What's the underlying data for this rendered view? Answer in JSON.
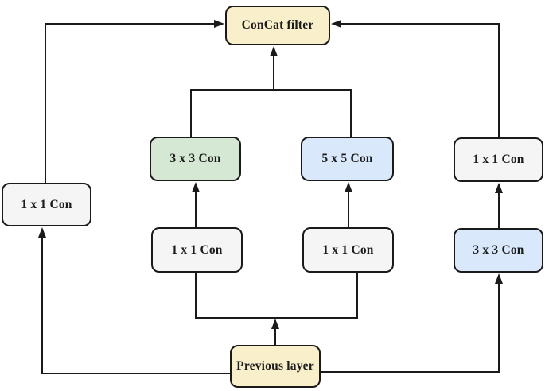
{
  "diagram": {
    "type": "flowchart",
    "description": "Inception-style convolution block diagram",
    "colors": {
      "background": "#ffffff",
      "node_border": "#1a1a1a",
      "connector": "#1a1a1a",
      "text": "#1c1c1c",
      "yellow_fill": "#f9efcb",
      "green_fill": "#d5e8d4",
      "blue_fill": "#dae8fc",
      "gray_fill": "#f5f5f5"
    },
    "nodes": [
      {
        "id": "concat_filter",
        "label": "ConCat filter",
        "fill": "#f9efcb"
      },
      {
        "id": "conv3x3_branch",
        "label": "3 x 3 Con",
        "fill": "#d5e8d4"
      },
      {
        "id": "conv5x5_branch",
        "label": "5 x 5 Con",
        "fill": "#dae8fc"
      },
      {
        "id": "conv1x1_right",
        "label": "1 x 1 Con",
        "fill": "#f5f5f5"
      },
      {
        "id": "conv1x1_left",
        "label": "1 x 1 Con",
        "fill": "#f5f5f5"
      },
      {
        "id": "conv1x1_mid_left",
        "label": "1 x 1 Con",
        "fill": "#f5f5f5"
      },
      {
        "id": "conv1x1_mid_right",
        "label": "1 x 1 Con",
        "fill": "#f5f5f5"
      },
      {
        "id": "conv3x3_right",
        "label": "3 x 3 Con",
        "fill": "#dae8fc"
      },
      {
        "id": "previous_layer",
        "label": "Previous layer",
        "fill": "#f9efcb"
      }
    ],
    "edges": [
      {
        "from": "previous_layer",
        "to": "conv1x1_left"
      },
      {
        "from": "previous_layer",
        "to": "conv1x1_mid_left"
      },
      {
        "from": "previous_layer",
        "to": "conv1x1_mid_right"
      },
      {
        "from": "previous_layer",
        "to": "conv3x3_right"
      },
      {
        "from": "conv1x1_mid_left",
        "to": "conv3x3_branch"
      },
      {
        "from": "conv1x1_mid_right",
        "to": "conv5x5_branch"
      },
      {
        "from": "conv3x3_right",
        "to": "conv1x1_right"
      },
      {
        "from": "conv1x1_left",
        "to": "concat_filter"
      },
      {
        "from": "conv3x3_branch",
        "to": "concat_filter"
      },
      {
        "from": "conv5x5_branch",
        "to": "concat_filter"
      },
      {
        "from": "conv1x1_right",
        "to": "concat_filter"
      }
    ]
  }
}
